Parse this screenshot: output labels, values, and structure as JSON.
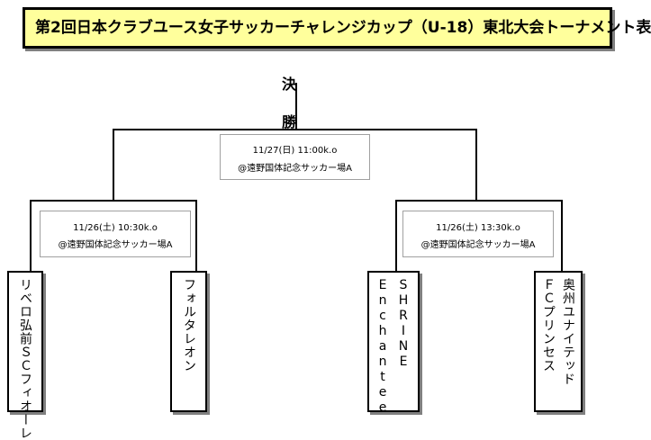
{
  "title": "第2回日本クラブユース女子サッカーチャレンジカップ（U-18）東北大会トーナメント表",
  "final_label": [
    "決",
    "勝"
  ],
  "matches": {
    "final": {
      "date": "11/27(日) 11:00k.o",
      "venue": "@遠野国体記念サッカー場A"
    },
    "semi_left": {
      "date": "11/26(土) 10:30k.o",
      "venue": "@遠野国体記念サッカー場A"
    },
    "semi_right": {
      "date": "11/26(土) 13:30k.o",
      "venue": "@遠野国体記念サッカー場A"
    }
  },
  "teams": [
    {
      "name": "リベロ弘前ＳＣフィオーレ"
    },
    {
      "name": "フォルタレオン"
    },
    {
      "name": "Enchantee"
    },
    {
      "name": "SHRINE"
    },
    {
      "name": "ＦＣプリンセス"
    },
    {
      "name": "奥州ユナイテッド"
    }
  ]
}
